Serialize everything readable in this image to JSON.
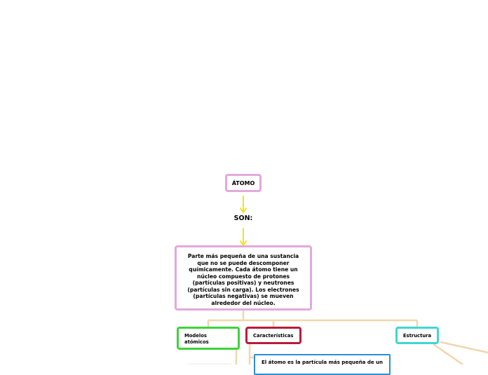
{
  "diagram": {
    "root": {
      "text": "ÁTOMO"
    },
    "connector": {
      "text": "SON:"
    },
    "definition": {
      "text": "Parte más pequeña de una sustancia que no se puede descomponer químicamente. Cada átomo tiene un núcleo compuesto de protones (partículas positivas) y neutrones (partículas sin carga). Los electrones (partículas negativas) se mueven alrededor del núcleo."
    },
    "branches": [
      {
        "text": "Modelos atómicos",
        "color": "#3ed33b"
      },
      {
        "text": "Características",
        "color": "#b81c37"
      },
      {
        "text": "Estructura",
        "color": "#3fd6d3"
      }
    ],
    "characteristic_detail": {
      "text": "El átomo es la partícula más pequeña de un",
      "color": "#2a8fd6"
    },
    "colors": {
      "root_border": "#e2a9dd",
      "arrow": "#f7e01e",
      "tree_lines": "#f0d7ad"
    }
  }
}
